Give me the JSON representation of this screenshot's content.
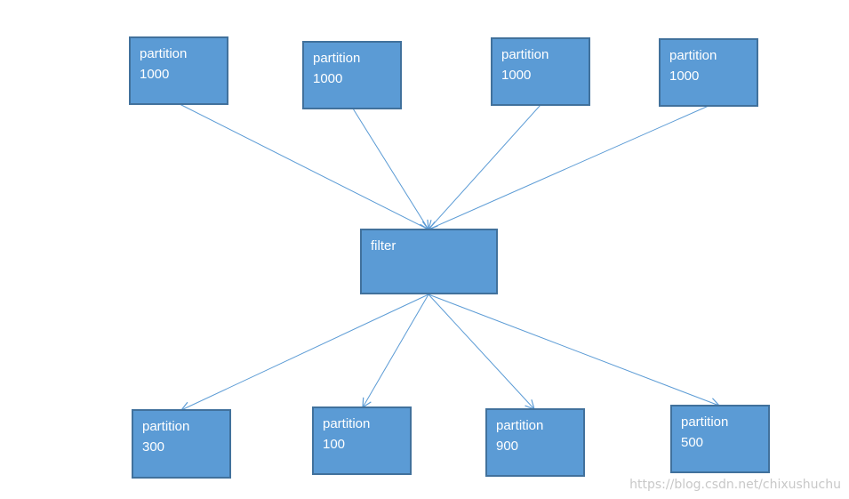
{
  "colors": {
    "box_fill": "#5b9bd5",
    "box_border": "#41719c",
    "arrow": "#5b9bd5",
    "text": "#ffffff",
    "watermark": "#c8c8c8"
  },
  "inputs": [
    {
      "line1": "partition",
      "line2": "1000"
    },
    {
      "line1": "partition",
      "line2": "1000"
    },
    {
      "line1": "partition",
      "line2": "1000"
    },
    {
      "line1": "partition",
      "line2": "1000"
    }
  ],
  "filter": {
    "label": "filter"
  },
  "outputs": [
    {
      "line1": "partition",
      "line2": "300"
    },
    {
      "line1": "partition",
      "line2": "100"
    },
    {
      "line1": "partition",
      "line2": "900"
    },
    {
      "line1": "partition",
      "line2": "500"
    }
  ],
  "watermark": "https://blog.csdn.net/chixushuchu"
}
